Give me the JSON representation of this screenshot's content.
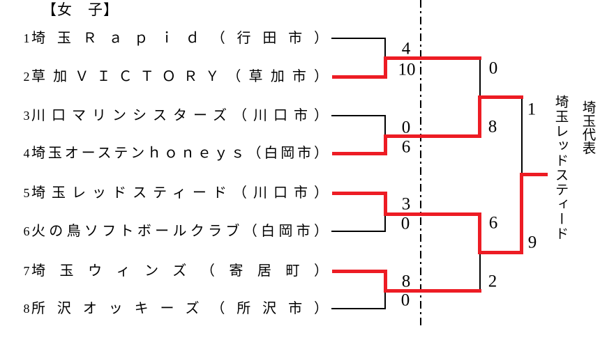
{
  "title": "【女　子】",
  "colors": {
    "winner_line": "#ed1c24",
    "line": "#000000"
  },
  "teams": [
    {
      "seed": "1",
      "name": "埼玉Ｒａｐｉｄ（行田市）"
    },
    {
      "seed": "2",
      "name": "草加ＶＩＣＴＯＲＹ（草加市）"
    },
    {
      "seed": "3",
      "name": "川口マリンシスターズ（川口市）"
    },
    {
      "seed": "4",
      "name": "埼玉オーステンｈｏｎｅｙｓ（白岡市）"
    },
    {
      "seed": "5",
      "name": "埼玉レッドスティード（川口市）"
    },
    {
      "seed": "6",
      "name": "火の鳥ソフトボールクラブ（白岡市）"
    },
    {
      "seed": "7",
      "name": "埼玉ウィンズ（寄居町）"
    },
    {
      "seed": "8",
      "name": "所沢オッキーズ（所沢市）"
    }
  ],
  "matches": {
    "round1": [
      {
        "top_score": "4",
        "bottom_score": "10",
        "winner": "草加ＶＩＣＴＯＲＹ"
      },
      {
        "top_score": "0",
        "bottom_score": "6",
        "winner": "埼玉オーステンｈｏｎｅｙｓ"
      },
      {
        "top_score": "3",
        "bottom_score": "0",
        "winner": "埼玉レッドスティード"
      },
      {
        "top_score": "8",
        "bottom_score": "0",
        "winner": "埼玉ウィンズ"
      }
    ],
    "semifinals": [
      {
        "top_score": "0",
        "bottom_score": "8",
        "winner": "埼玉オーステンｈｏｎｅｙｓ"
      },
      {
        "top_score": "6",
        "bottom_score": "2",
        "winner": "埼玉レッドスティード"
      }
    ],
    "final": {
      "top_score": "1",
      "bottom_score": "9",
      "winner": "埼玉レッドスティード"
    }
  },
  "champion": {
    "name": "埼玉レッドスティード",
    "label": "埼玉代表"
  }
}
